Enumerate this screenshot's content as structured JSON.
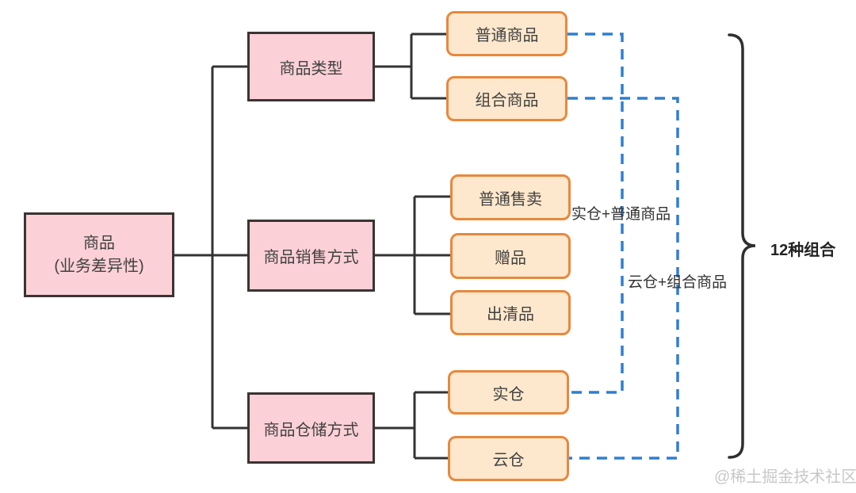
{
  "root": {
    "line1": "商品",
    "line2": "(业务差异性)"
  },
  "branches": {
    "type": {
      "label": "商品类型",
      "children": [
        "普通商品",
        "组合商品"
      ]
    },
    "sales": {
      "label": "商品销售方式",
      "children": [
        "普通售卖",
        "赠品",
        "出清品"
      ]
    },
    "storage": {
      "label": "商品仓储方式",
      "children": [
        "实仓",
        "云仓"
      ]
    }
  },
  "combo_labels": {
    "real_plus_normal": "实仓+普通商品",
    "cloud_plus_combo": "云仓+组合商品"
  },
  "summary": {
    "label": "12种组合"
  },
  "watermark": "@稀土掘金技术社区",
  "colors": {
    "pink_fill": "#fbd0d6",
    "pink_border": "#3a3433",
    "orange_fill": "#fde8cd",
    "orange_border": "#e8883c",
    "line_color": "#333333",
    "dash_color": "#2e7fd1",
    "text_color": "#414141",
    "watermark_color": "#c8c8c8"
  }
}
